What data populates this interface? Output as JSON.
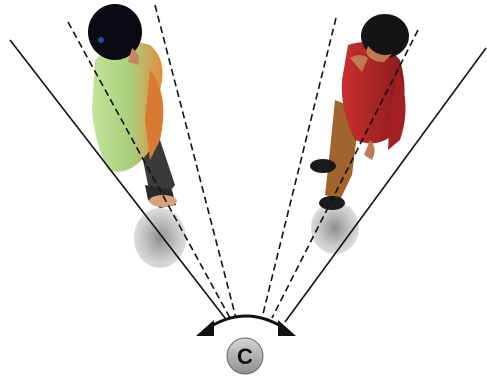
{
  "camera": {
    "label": "C"
  },
  "figures": [
    {
      "name": "left-person",
      "shirt_color": "#b7d58a",
      "shirt_shade": "#e0843a",
      "hair_color": "#0a0a12",
      "skin_color": "#c9895c",
      "pants_color": "#3a3a3a"
    },
    {
      "name": "right-person",
      "shirt_color": "#b3262a",
      "shirt_shade": "#7e1518",
      "hair_color": "#141414",
      "skin_color": "#c07a52",
      "pants_color": "#a0642c"
    }
  ],
  "colors": {
    "line": "#111111",
    "shadow": "#9e9e9e",
    "camera_fill": "#b8b8b8"
  }
}
